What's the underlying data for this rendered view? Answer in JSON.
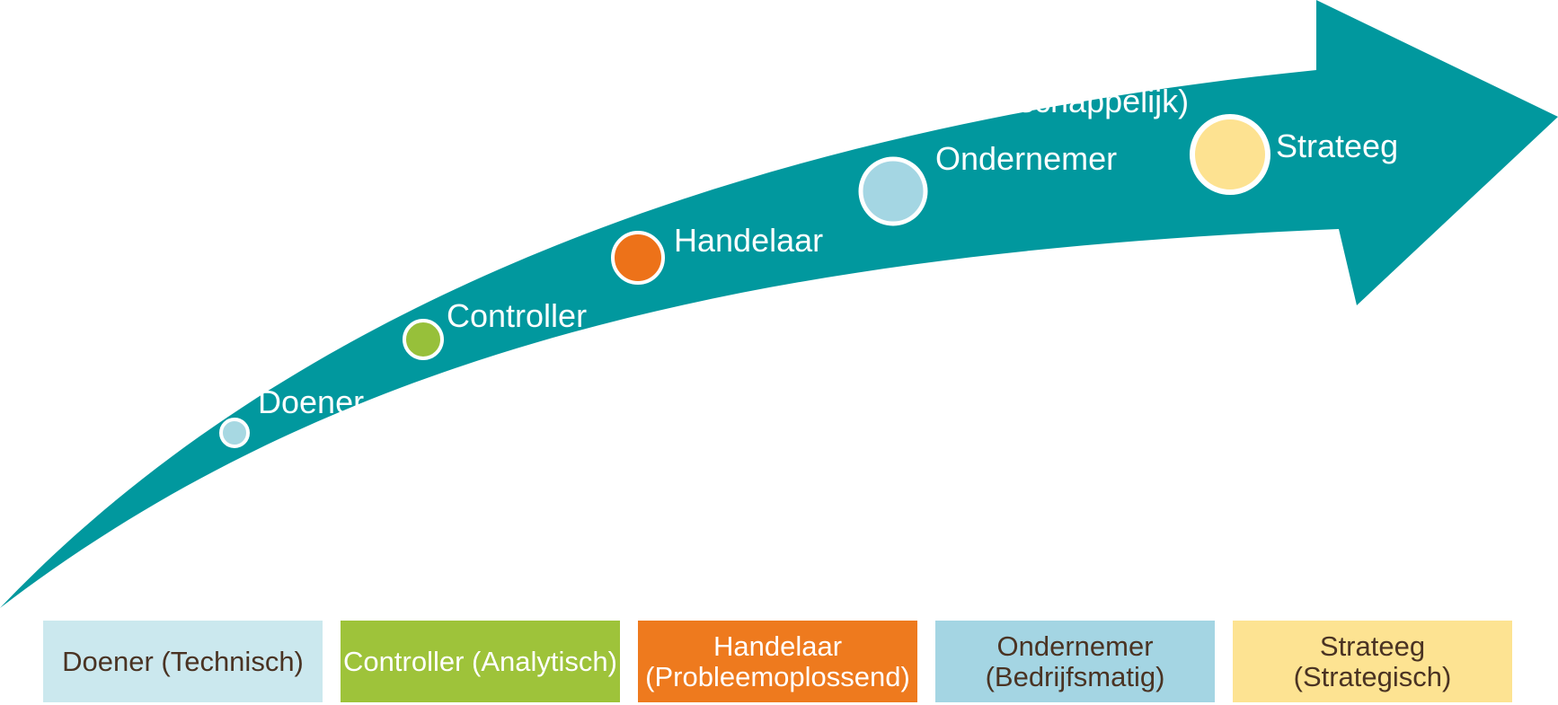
{
  "colors": {
    "arrow": "#01989e",
    "marker_border": "#ffffff",
    "dark_text": "#4a3323",
    "light_text": "#ffffff"
  },
  "stages": [
    {
      "label_lines": [
        "Doener"
      ],
      "marker_color": "#a7d8e2",
      "box_lines": [
        "Doener (Technisch)"
      ],
      "box_color": "#cbe8ee",
      "box_text_color": "#4a3323"
    },
    {
      "label_lines": [
        "Controller"
      ],
      "marker_color": "#97c03a",
      "box_lines": [
        "Controller (Analytisch)"
      ],
      "box_color": "#9ec33a",
      "box_text_color": "#ffffff"
    },
    {
      "label_lines": [
        "Handelaar"
      ],
      "marker_color": "#ed7219",
      "box_lines": [
        "Handelaar",
        "(Probleemoplossend)"
      ],
      "box_color": "#ee7a1e",
      "box_text_color": "#ffffff"
    },
    {
      "label_lines": [
        "(Maatschappelijk)",
        "Ondernemer"
      ],
      "marker_color": "#a4d6e3",
      "box_lines": [
        "Ondernemer",
        "(Bedrijfsmatig)"
      ],
      "box_color": "#a4d5e3",
      "box_text_color": "#4a3323"
    },
    {
      "label_lines": [
        "Strateeg"
      ],
      "marker_color": "#fde291",
      "box_lines": [
        "Strateeg",
        "(Strategisch)"
      ],
      "box_color": "#fde392",
      "box_text_color": "#4a3323"
    }
  ]
}
